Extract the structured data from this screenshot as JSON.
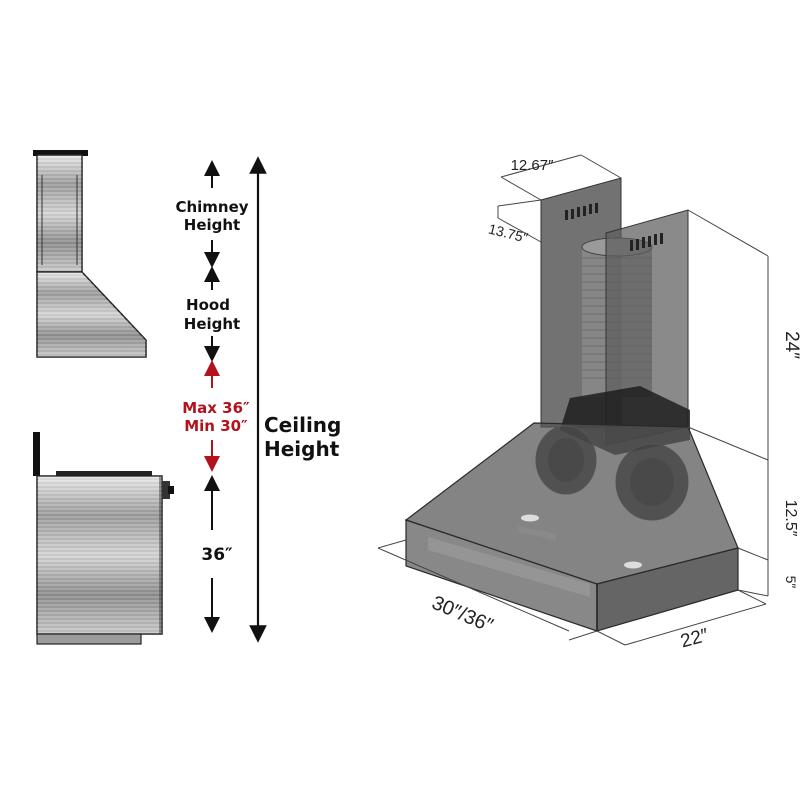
{
  "side_view": {
    "chimney_height_line1": "Chimney",
    "chimney_height_line2": "Height",
    "hood_height_line1": "Hood",
    "hood_height_line2": "Height",
    "clearance_max": "Max 36″",
    "clearance_min": "Min 30″",
    "counter_height": "36″",
    "ceiling_height_line1": "Ceiling",
    "ceiling_height_line2": "Height"
  },
  "hood_dimensions": {
    "chimney_width": "12.67″",
    "chimney_depth": "13.75″",
    "chimney_height": "24″",
    "hood_height": "12.5″",
    "hood_lip": "5″",
    "hood_width": "30″/36″",
    "hood_depth": "22″"
  },
  "colors": {
    "clearance_red": "#b3121d",
    "steel_dark": "#5a5a5a",
    "steel_light": "#d8d8d8",
    "outline": "#222222"
  }
}
